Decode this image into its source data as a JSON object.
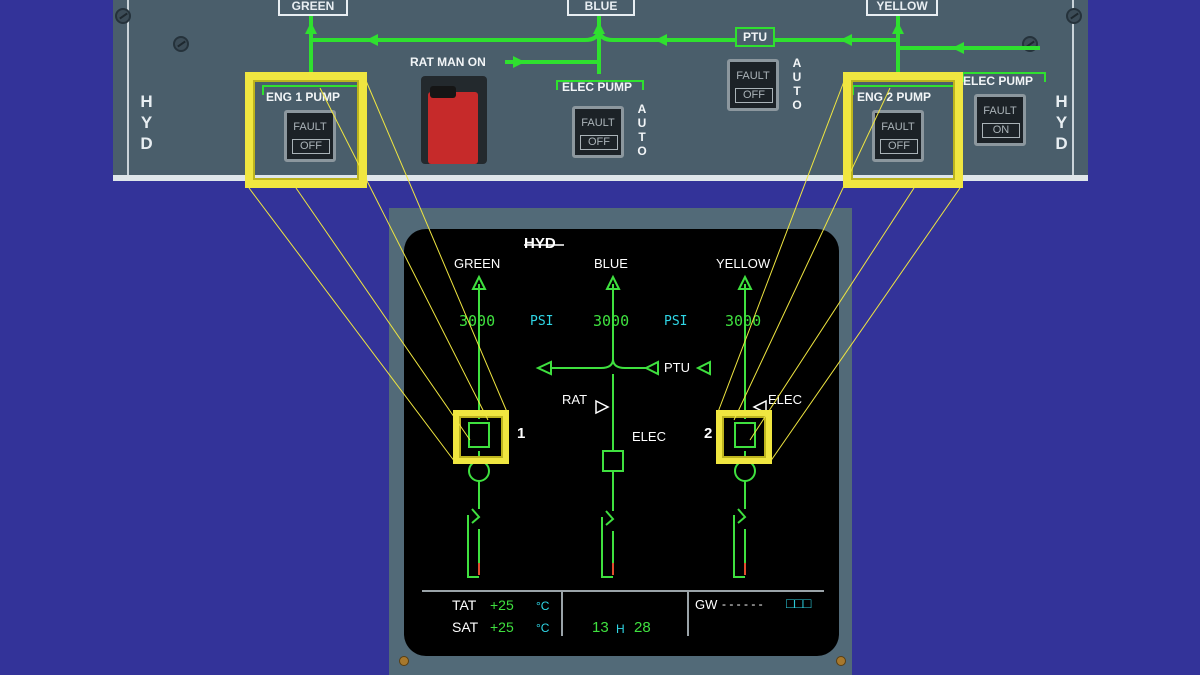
{
  "overhead_panel": {
    "side_label": "HYD",
    "systems": {
      "green": "GREEN",
      "blue": "BLUE",
      "yellow": "YELLOW"
    },
    "rat_man_on_label": "RAT MAN ON",
    "ptu_label": "PTU",
    "pushbuttons": {
      "eng1_pump": {
        "label": "ENG  1 PUMP",
        "fault": "FAULT",
        "state": "OFF"
      },
      "blue_elec_pump": {
        "label": "ELEC PUMP",
        "fault": "FAULT",
        "state": "OFF",
        "mode": "AUTO"
      },
      "ptu": {
        "fault": "FAULT",
        "state": "OFF",
        "mode": "AUTO"
      },
      "eng2_pump": {
        "label": "ENG  2 PUMP",
        "fault": "FAULT",
        "state": "OFF"
      },
      "yellow_elec_pump": {
        "label": "ELEC PUMP",
        "fault": "FAULT",
        "state": "ON"
      }
    }
  },
  "ecam": {
    "page_title": "HYD",
    "systems": [
      {
        "name": "GREEN",
        "pressure": "3000"
      },
      {
        "name": "BLUE",
        "pressure": "3000"
      },
      {
        "name": "YELLOW",
        "pressure": "3000"
      }
    ],
    "psi_unit": "PSI",
    "ptu_label": "PTU",
    "rat_label": "RAT",
    "elec_label_blue": "ELEC",
    "elec_label_yellow": "ELEC",
    "pump_numbers": {
      "eng1": "1",
      "eng2": "2"
    },
    "footer": {
      "tat_label": "TAT",
      "tat_value": "+25",
      "temp_unit": "°C",
      "sat_label": "SAT",
      "sat_value": "+25",
      "time_hours": "13",
      "time_sep": "H",
      "time_minutes": "28",
      "gw_label": "GW",
      "gw_dashes": "- - - - - -",
      "gw_value": "□□□"
    }
  },
  "colors": {
    "background": "#333399",
    "panel": "#4a5e6b",
    "ecam_green": "#3fe03f",
    "ecam_cyan": "#2fd6e6",
    "highlight_yellow": "#f0e640",
    "rat_guard_red": "#c62a2a"
  }
}
